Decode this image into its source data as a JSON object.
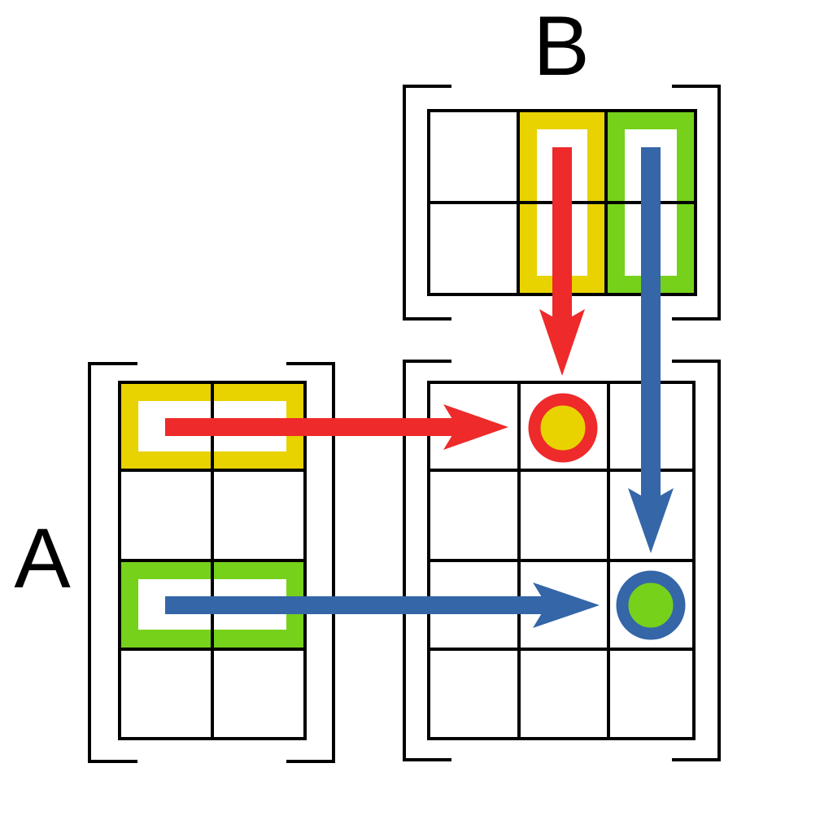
{
  "labels": {
    "matrix_a": "A",
    "matrix_b": "B"
  },
  "colors": {
    "yellow": "#E8D200",
    "green": "#76D11B",
    "red": "#EE2A2A",
    "blue": "#3466A8",
    "line": "#000000",
    "background": "#FFFFFF"
  },
  "matrices": {
    "A": {
      "rows": 4,
      "cols": 2,
      "highlighted_rows": [
        1,
        3
      ]
    },
    "B": {
      "rows": 2,
      "cols": 3,
      "highlighted_cols": [
        2,
        3
      ]
    },
    "C": {
      "rows": 4,
      "cols": 3,
      "highlighted_cells": [
        [
          1,
          2
        ],
        [
          3,
          3
        ]
      ]
    }
  },
  "icons": [
    "arrow-right-icon",
    "arrow-down-icon",
    "result-dot-icon"
  ]
}
